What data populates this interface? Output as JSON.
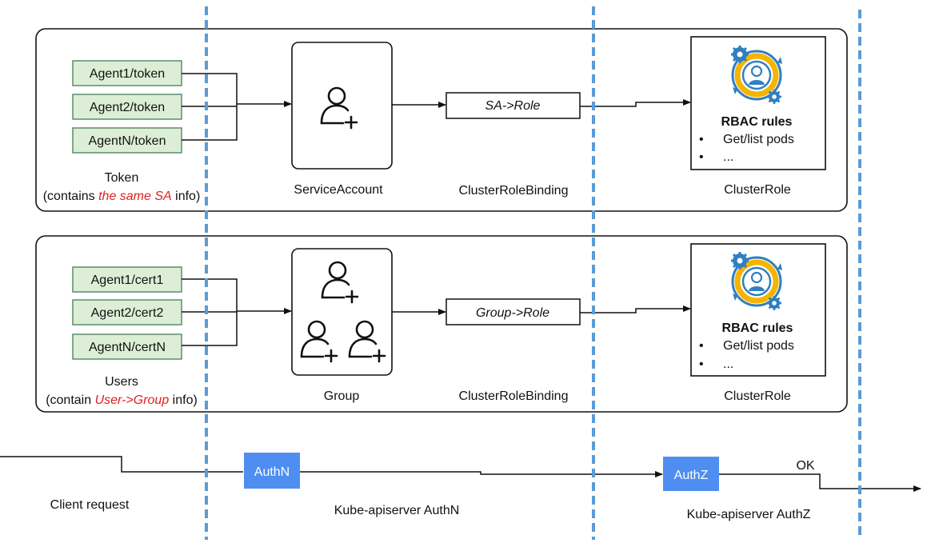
{
  "colors": {
    "agent_fill": "#dcefd6",
    "agent_stroke": "#5d8c6b",
    "divider": "#5b9bd5",
    "auth_box": "#4d8ef0",
    "red_text": "#e02020",
    "gear": "#2f7fc1",
    "ring": "#f5b400"
  },
  "top_panel": {
    "agents": [
      "Agent1/token",
      "Agent2/token",
      "AgentN/token"
    ],
    "caption_line1": "Token",
    "caption_pre": "(contains ",
    "caption_red": "the same SA",
    "caption_post": " info)",
    "middle_caption": "ServiceAccount",
    "binding_label": "SA->Role",
    "binding_caption": "ClusterRoleBinding",
    "rbac_title": "RBAC rules",
    "rbac_items": [
      "Get/list pods",
      "..."
    ],
    "role_caption": "ClusterRole"
  },
  "bottom_panel": {
    "agents": [
      "Agent1/cert1",
      "Agent2/cert2",
      "AgentN/certN"
    ],
    "caption_line1": "Users",
    "caption_pre": "(contain ",
    "caption_red": "User->Group",
    "caption_post": " info)",
    "middle_caption": "Group",
    "binding_label": "Group->Role",
    "binding_caption": "ClusterRoleBinding",
    "rbac_title": "RBAC rules",
    "rbac_items": [
      "Get/list pods",
      "..."
    ],
    "role_caption": "ClusterRole"
  },
  "flow": {
    "client_caption": "Client request",
    "authn_label": "AuthN",
    "authn_caption": "Kube-apiserver AuthN",
    "authz_label": "AuthZ",
    "authz_caption": "Kube-apiserver AuthZ",
    "ok_label": "OK"
  }
}
